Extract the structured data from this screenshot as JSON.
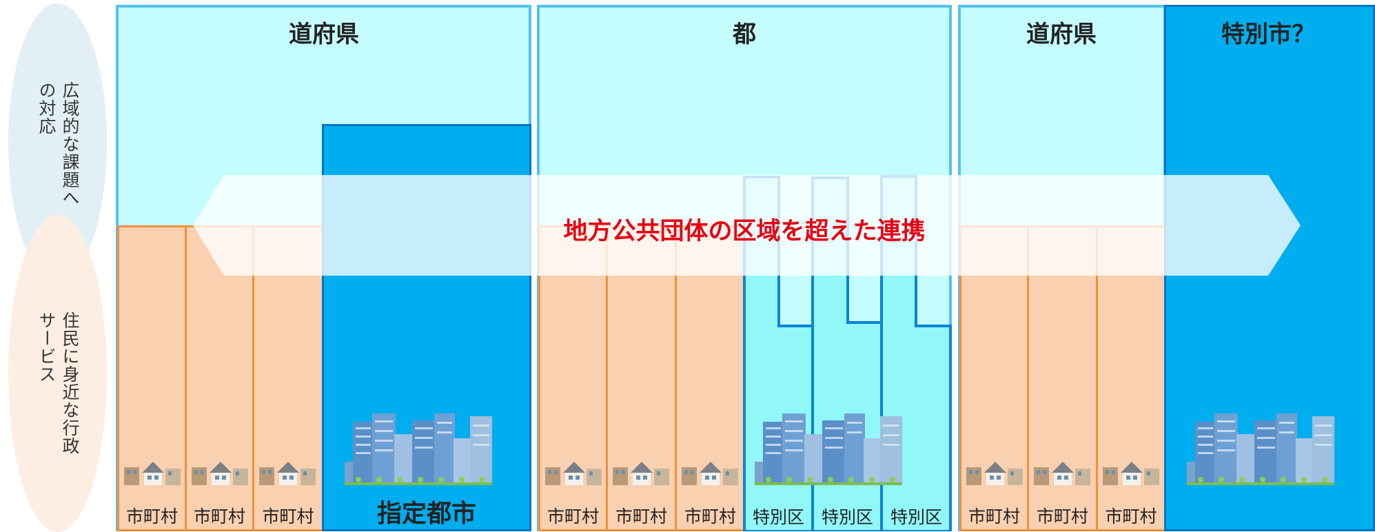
{
  "side_labels": {
    "wide_area": "広域的な課題への対応",
    "resident": "住民に身近な行政サービス"
  },
  "panels": {
    "left_title": "道府県",
    "center_title": "都",
    "right_title": "道府県",
    "special_city_title": "特別市？"
  },
  "municipality_label": "市町村",
  "designated_city_label": "指定都市",
  "special_ward_label": "特別区",
  "arrow_text": "地方公共団体の区域を超えた連携",
  "colors": {
    "prefecture_fill": "#c5fcfd",
    "municipality_fill": "#f9d0b0",
    "city_fill": "#00aeef",
    "ward_fill": "#92f7f9",
    "arrow_text": "#e60012"
  }
}
